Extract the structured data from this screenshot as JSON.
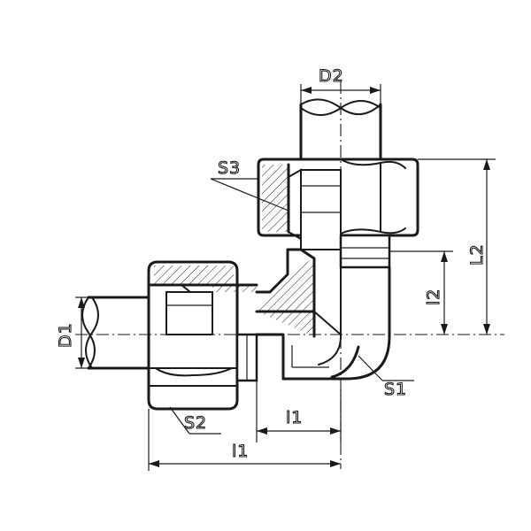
{
  "labels": {
    "d2": "D2",
    "s3": "S3",
    "l2": "L2",
    "l2_small": "l2",
    "d1": "D1",
    "s1": "S1",
    "s2": "S2",
    "l1_small": "l1",
    "l1": "l1"
  }
}
